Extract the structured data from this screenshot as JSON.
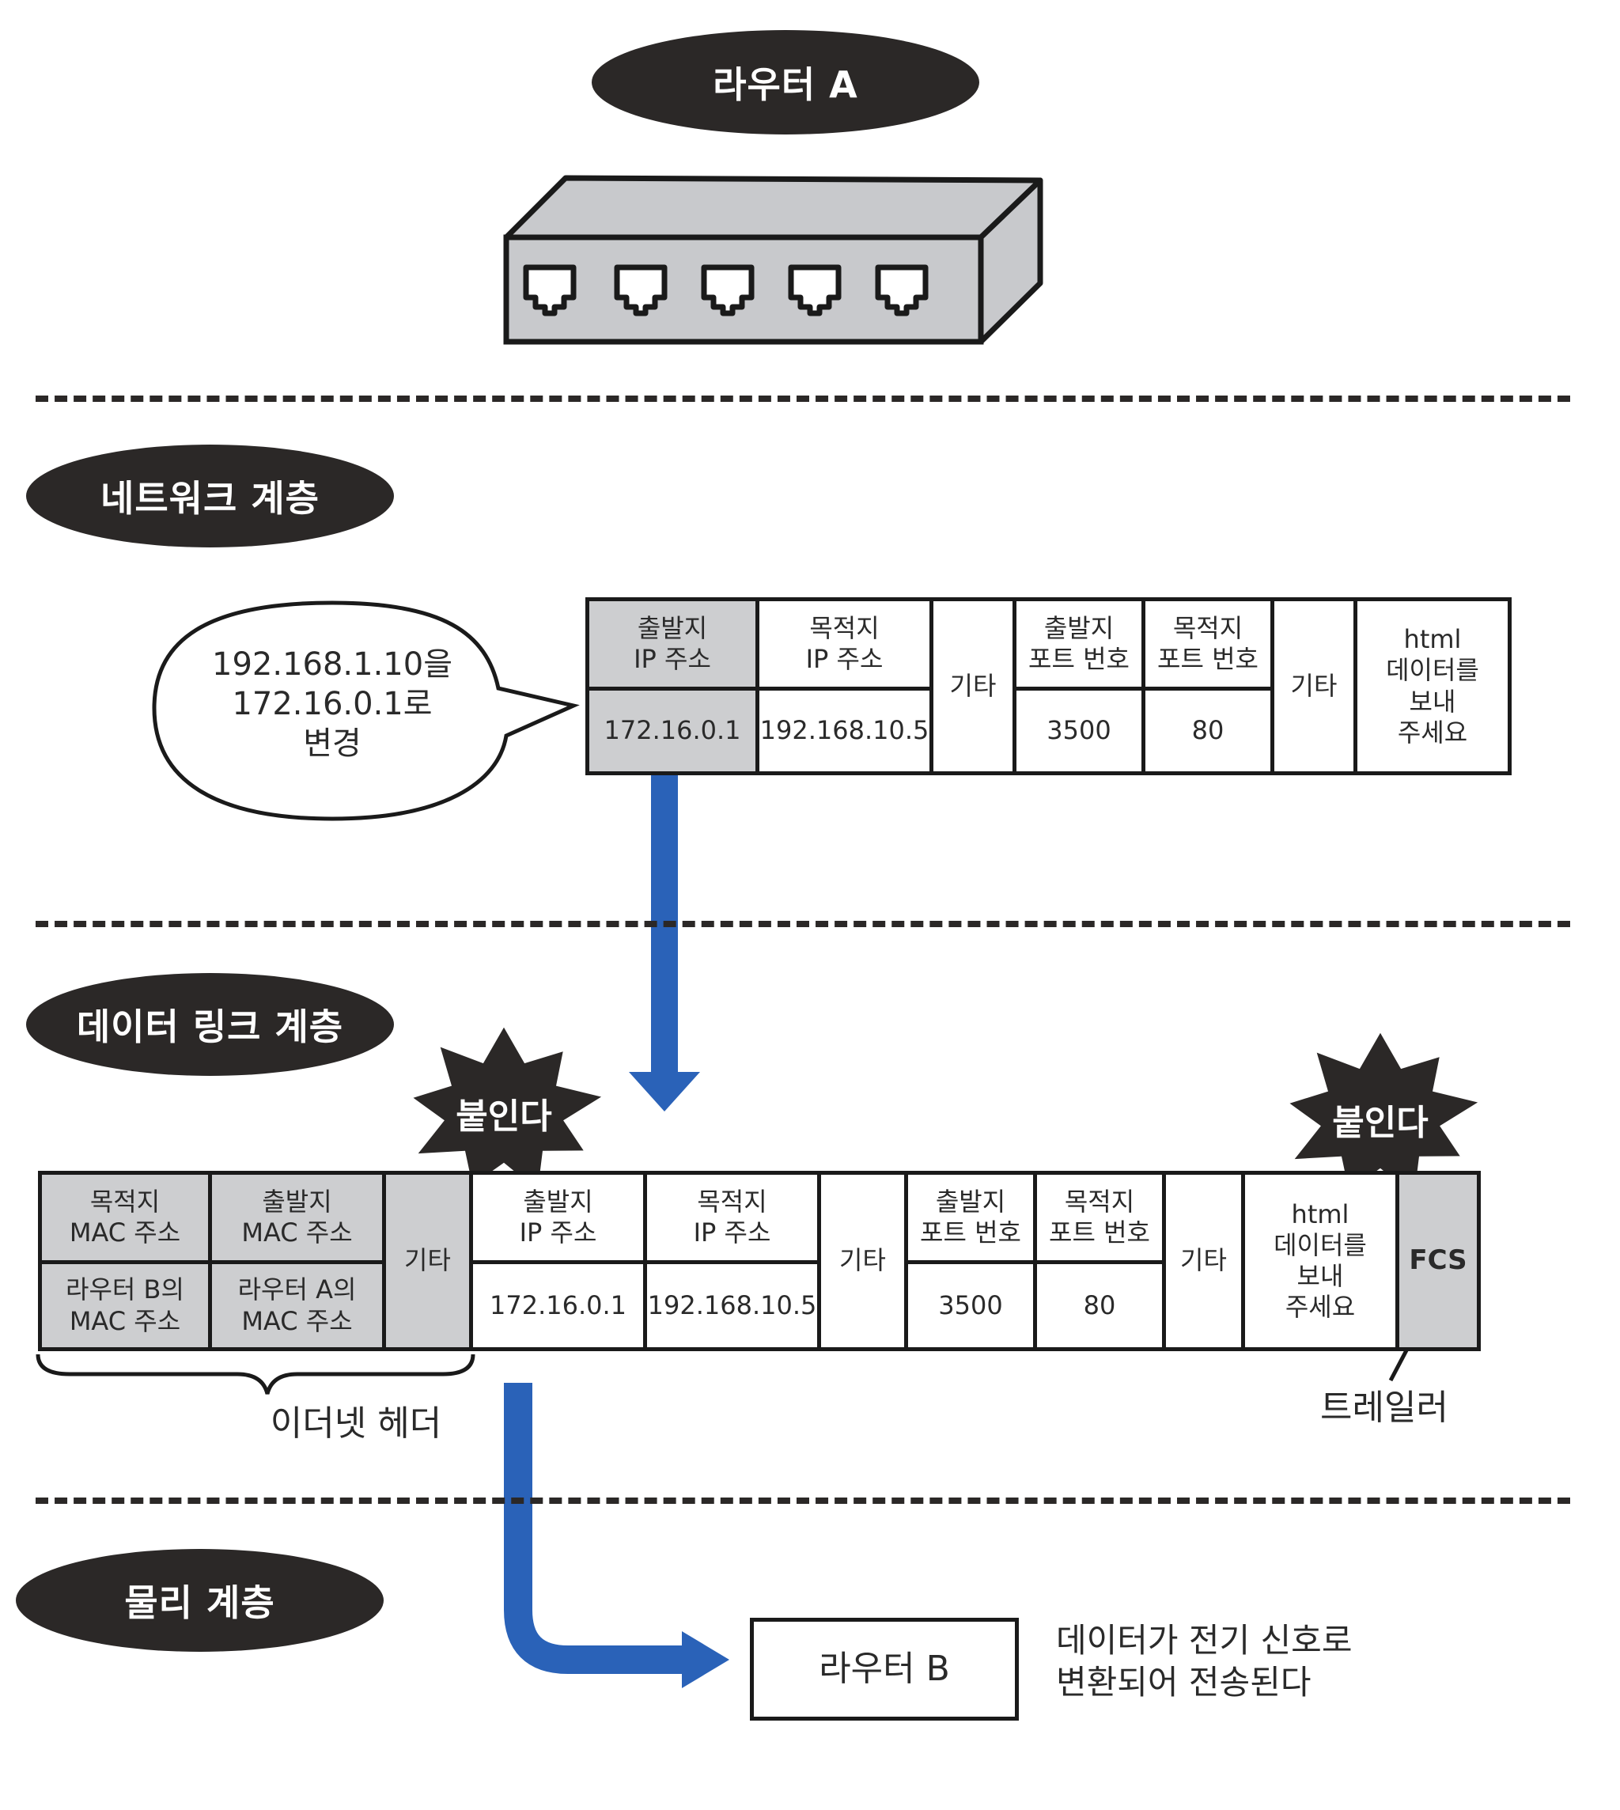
{
  "title_pill": "라우터 A",
  "layers": {
    "network": "네트워크 계층",
    "datalink": "데이터 링크 계층",
    "physical": "물리 계층"
  },
  "callout": "192.168.1.10을\n172.16.0.1로\n변경",
  "network_packet": {
    "src_ip_header": "출발지\nIP 주소",
    "src_ip_value": "172.16.0.1",
    "dst_ip_header": "목적지\nIP 주소",
    "dst_ip_value": "192.168.10.5",
    "etc1": "기타",
    "src_port_header": "출발지\n포트 번호",
    "src_port_value": "3500",
    "dst_port_header": "목적지\n포트 번호",
    "dst_port_value": "80",
    "etc2": "기타",
    "data": "html\n데이터를\n보내\n주세요"
  },
  "badge_left": "붙인다",
  "badge_right": "붙인다",
  "frame": {
    "dst_mac_header": "목적지\nMAC 주소",
    "dst_mac_value": "라우터 B의\nMAC 주소",
    "src_mac_header": "출발지\nMAC 주소",
    "src_mac_value": "라우터 A의\nMAC 주소",
    "eth_etc": "기타",
    "src_ip_header": "출발지\nIP 주소",
    "src_ip_value": "172.16.0.1",
    "dst_ip_header": "목적지\nIP 주소",
    "dst_ip_value": "192.168.10.5",
    "etc1": "기타",
    "src_port_header": "출발지\n포트 번호",
    "src_port_value": "3500",
    "dst_port_header": "목적지\n포트 번호",
    "dst_port_value": "80",
    "etc2": "기타",
    "data": "html\n데이터를\n보내\n주세요",
    "fcs": "FCS"
  },
  "ethernet_header_label": "이더넷 헤더",
  "trailer_label": "트레일러",
  "router_b": "라우터 B",
  "signal_note": "데이터가 전기 신호로\n변환되어 전송된다",
  "colors": {
    "pill_bg": "#2b2827",
    "gray_cell": "#cdced0",
    "arrow_blue": "#2a62b8"
  }
}
